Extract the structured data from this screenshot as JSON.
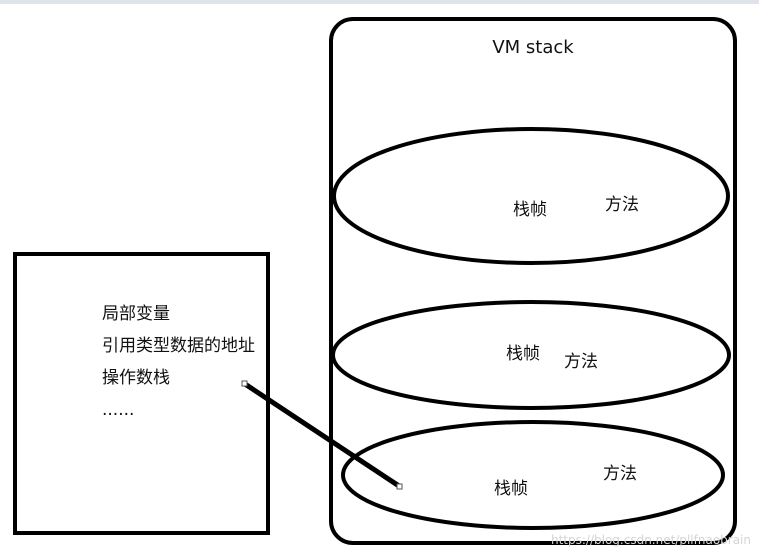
{
  "vm_stack": {
    "title": "VM stack"
  },
  "frames": [
    {
      "frame_label": "栈帧",
      "method_label": "方法"
    },
    {
      "frame_label": "栈帧",
      "method_label": "方法"
    },
    {
      "frame_label": "栈帧",
      "method_label": "方法"
    }
  ],
  "frame_detail": {
    "items": [
      "局部变量",
      "引用类型数据的地址",
      "操作数栈",
      "......"
    ]
  },
  "watermark": {
    "text": "https://blog.csdn.net/pllfnaobrain"
  },
  "colors": {
    "stroke": "#000000",
    "background": "#ffffff",
    "top_strip": "#dfe3ea"
  }
}
